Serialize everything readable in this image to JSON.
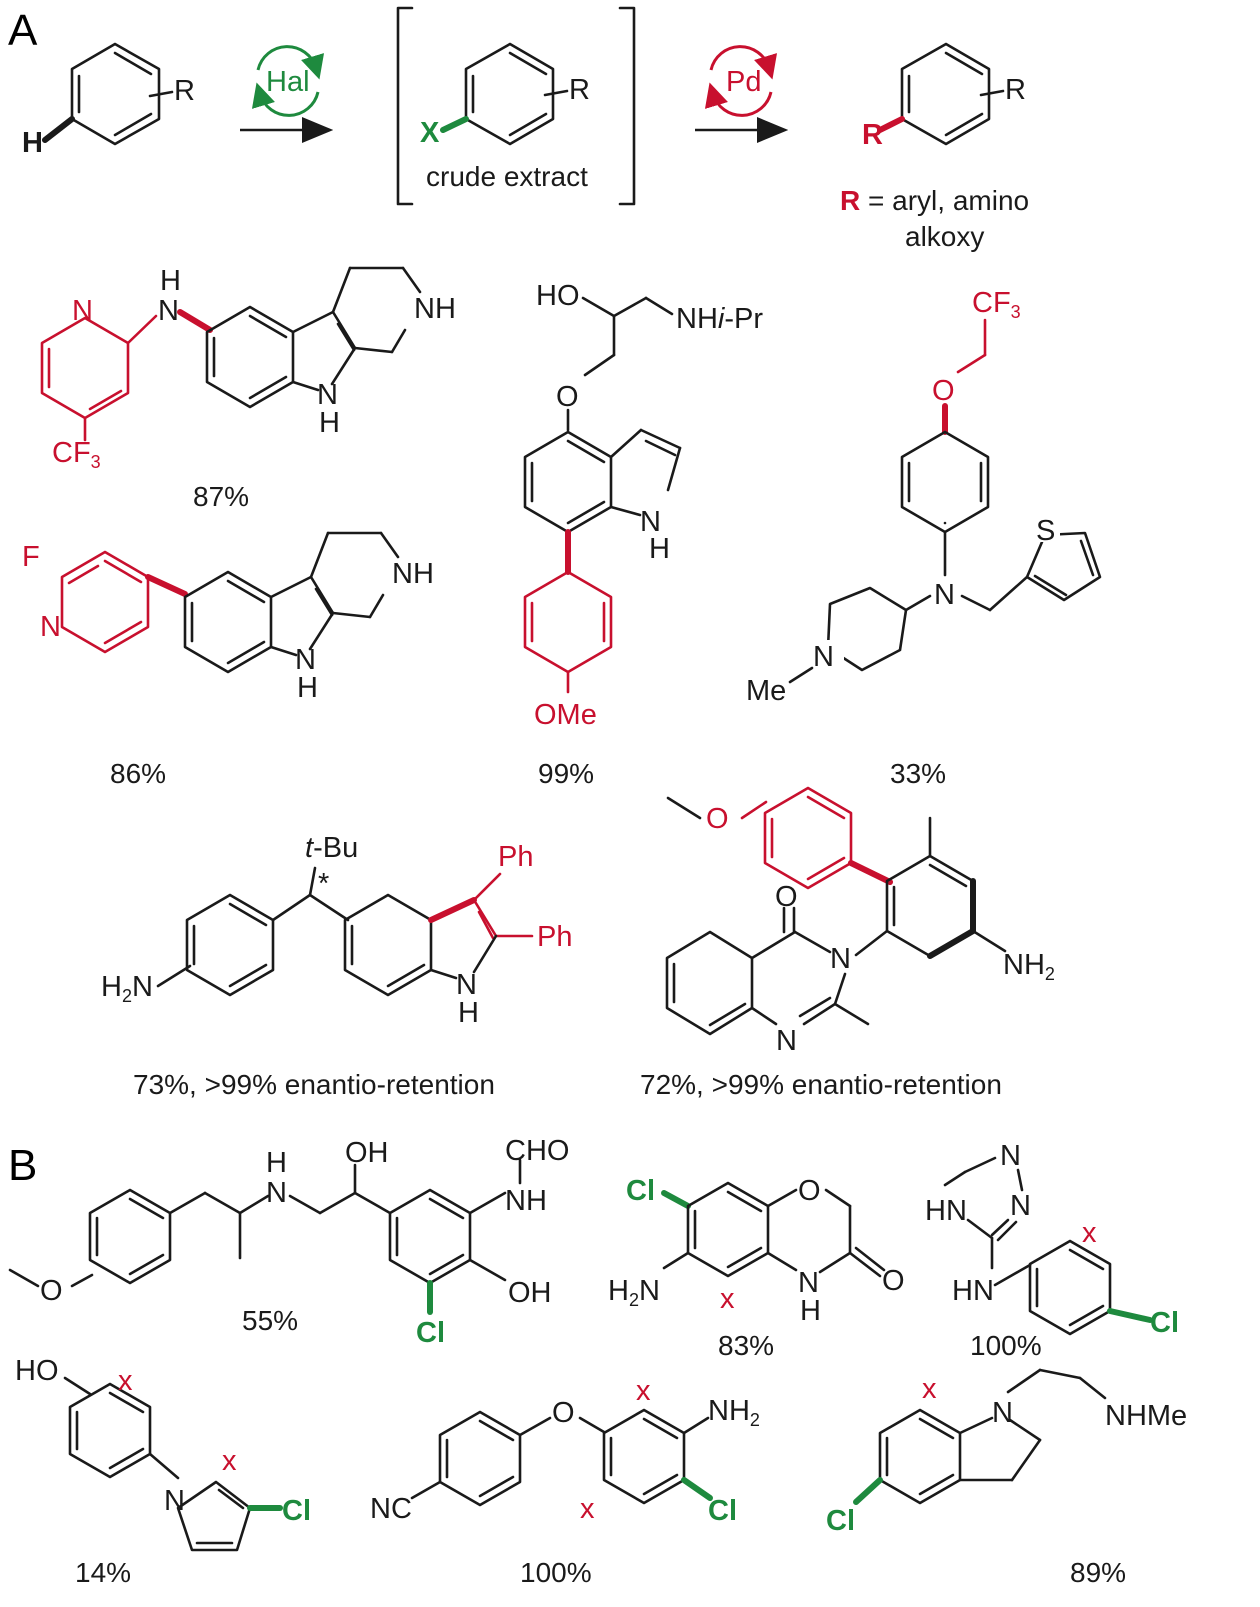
{
  "colors": {
    "accent_red": "#c8102e",
    "accent_green": "#1e8a3e",
    "ink": "#1a1a1a"
  },
  "panels": {
    "a": "A",
    "b": "B"
  },
  "scheme": {
    "start_h": "H",
    "start_r": "R",
    "cat1": "Hal",
    "int_x": "X",
    "int_r": "R",
    "int_note": "crude extract",
    "cat2": "Pd",
    "prod_r_red": "R",
    "prod_r": "R",
    "r_def_r": "R",
    "r_def_line1": " = aryl, amino",
    "r_def_line2": "alkoxy"
  },
  "compounds_a": {
    "c1": {
      "yield": "87%",
      "atoms": {
        "n_py": "N",
        "nh_h": "H",
        "nh_n": "N",
        "nh_ring": "NH",
        "indole_n": "N",
        "indole_h": "H",
        "cf3": "CF3"
      }
    },
    "c2": {
      "yield": "86%",
      "atoms": {
        "f": "F",
        "n_py": "N",
        "nh_ring": "NH",
        "indole_n": "N",
        "indole_h": "H"
      }
    },
    "c3": {
      "yield": "99%",
      "atoms": {
        "ho": "HO",
        "nhipr": "NHi-Pr",
        "o": "O",
        "indole_n": "N",
        "indole_h": "H",
        "ome": "OMe"
      }
    },
    "c4": {
      "yield": "33%",
      "atoms": {
        "cf3": "CF3",
        "o": "O",
        "n_amine": "N",
        "s": "S",
        "n_pip": "N",
        "me": "Me"
      }
    },
    "c5": {
      "yield": "73%, >99% enantio-retention",
      "atoms": {
        "tbu": "t-Bu",
        "star": "*",
        "ph1": "Ph",
        "ph2": "Ph",
        "h2n": "H2N",
        "indole_n": "N",
        "indole_h": "H"
      }
    },
    "c6": {
      "yield": "72%, >99% enantio-retention",
      "atoms": {
        "o_me": "O",
        "o_carbonyl": "O",
        "n3": "N",
        "n1": "N",
        "nh2": "NH2"
      }
    }
  },
  "compounds_b": {
    "d1": {
      "yield": "55%",
      "atoms": {
        "o": "O",
        "nh_h": "H",
        "nh_n": "N",
        "oh1": "OH",
        "cho": "CHO",
        "nh": "NH",
        "oh2": "OH",
        "cl": "Cl"
      }
    },
    "d2": {
      "yield": "83%",
      "atoms": {
        "cl": "Cl",
        "o_ring": "O",
        "h2n": "H2N",
        "x": "x",
        "n": "N",
        "h": "H",
        "o_c": "O"
      }
    },
    "d3": {
      "yield": "100%",
      "atoms": {
        "n1": "N",
        "n2": "N",
        "hn_ring": "HN",
        "hn": "HN",
        "x": "x",
        "cl": "Cl"
      }
    },
    "d4": {
      "yield": "14%",
      "atoms": {
        "ho": "HO",
        "x1": "x",
        "n": "N",
        "x2": "x",
        "cl": "Cl"
      }
    },
    "d5": {
      "yield": "100%",
      "atoms": {
        "o": "O",
        "x1": "x",
        "nh2": "NH2",
        "nc": "NC",
        "x2": "x",
        "cl": "Cl"
      }
    },
    "d6": {
      "yield": "89%",
      "atoms": {
        "x": "x",
        "n": "N",
        "nhme": "NHMe",
        "cl": "Cl"
      }
    }
  }
}
